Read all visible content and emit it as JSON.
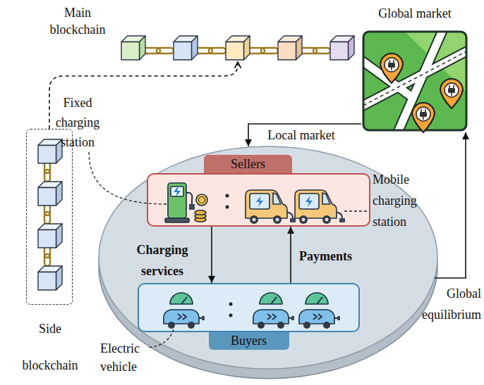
{
  "diagram": {
    "nodes": [
      {
        "text": [
          "Main blockchain"
        ]
      },
      {
        "text": [
          "Side blockchain"
        ]
      },
      {
        "text": [
          "Global market"
        ]
      },
      {
        "text": []
      },
      {
        "text": [
          "Sellers"
        ],
        "in": 3
      },
      {
        "text": [
          "Buyers"
        ],
        "in": 3
      }
    ],
    "edges": [
      {
        "from": 1,
        "to": 0,
        "arrow": "to"
      },
      {
        "from": 2,
        "to": 3,
        "label": "Local market",
        "arrow": "to"
      },
      {
        "from": 3,
        "to": 2,
        "label": "Global equilibrium",
        "arrow": "to"
      },
      {
        "from": 4,
        "to": 5,
        "label": "Charging services",
        "arrow": "to"
      },
      {
        "from": 5,
        "to": 4,
        "label": "Payments",
        "arrow": "to"
      }
    ],
    "labels": [
      "Fixed charging station",
      "Mobile charging station",
      "Electric vehicle"
    ]
  }
}
